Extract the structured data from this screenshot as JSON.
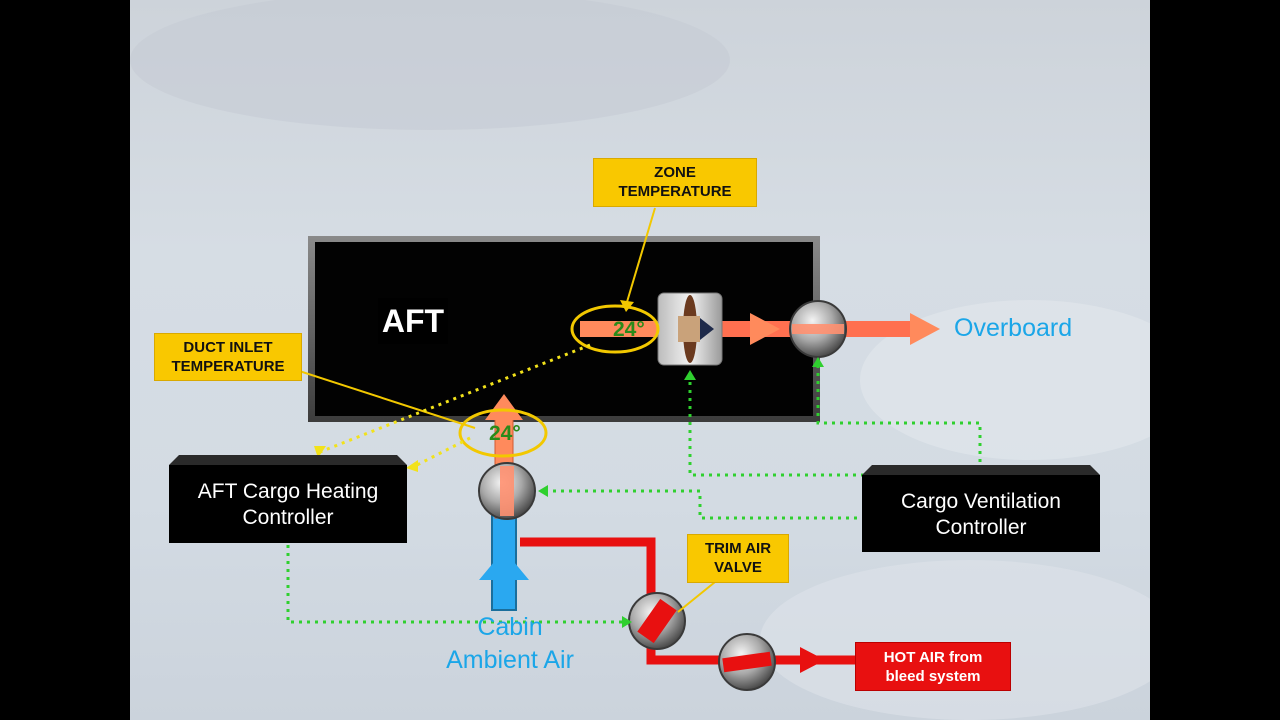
{
  "compartment": {
    "label": "AFT"
  },
  "callouts": {
    "zone_temperature": [
      "ZONE",
      "TEMPERATURE"
    ],
    "duct_inlet_temperature": [
      "DUCT INLET",
      "TEMPERATURE"
    ],
    "trim_air_valve": [
      "TRIM AIR",
      "VALVE"
    ]
  },
  "controllers": {
    "heating": [
      "AFT Cargo Heating",
      "Controller"
    ],
    "ventilation": [
      "Cargo Ventilation",
      "Controller"
    ]
  },
  "readings": {
    "zone_temp": "24°",
    "duct_temp": "24°"
  },
  "labels": {
    "overboard": "Overboard",
    "cabin_ambient_air": [
      "Cabin",
      "Ambient Air"
    ],
    "hot_air": [
      "HOT AIR from",
      "bleed system"
    ]
  },
  "colors": {
    "hot_air_line": "#e81010",
    "airflow_arrow": "#ff8a5c",
    "cabin_air_arrow": "#2aa8f0",
    "signal_green": "#2fd02f",
    "signal_yellow": "#f2e21a",
    "callout_yellow": "#f9c800",
    "label_blue": "#1ba6e8"
  }
}
